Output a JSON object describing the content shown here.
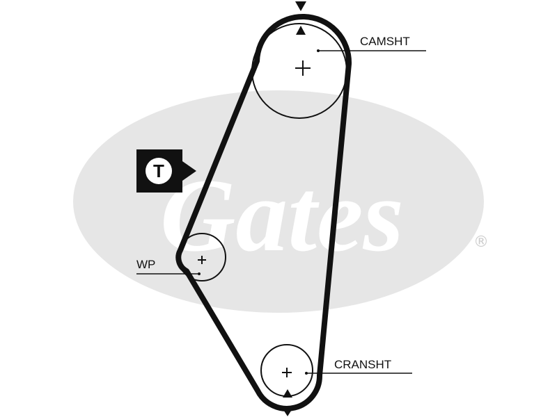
{
  "watermark": {
    "text": "Gates",
    "registered_mark": "®",
    "color": "#e6e6e6"
  },
  "labels": {
    "camshaft": "CAMSHT",
    "water_pump": "WP",
    "crankshaft": "CRANSHT",
    "tensioner": "T"
  },
  "colors": {
    "belt": "#111111",
    "line": "#111111",
    "background": "#ffffff"
  },
  "icons": {
    "tensioner": "tensioner-tag-icon",
    "timing_marks": "triangle-marker-icon"
  }
}
